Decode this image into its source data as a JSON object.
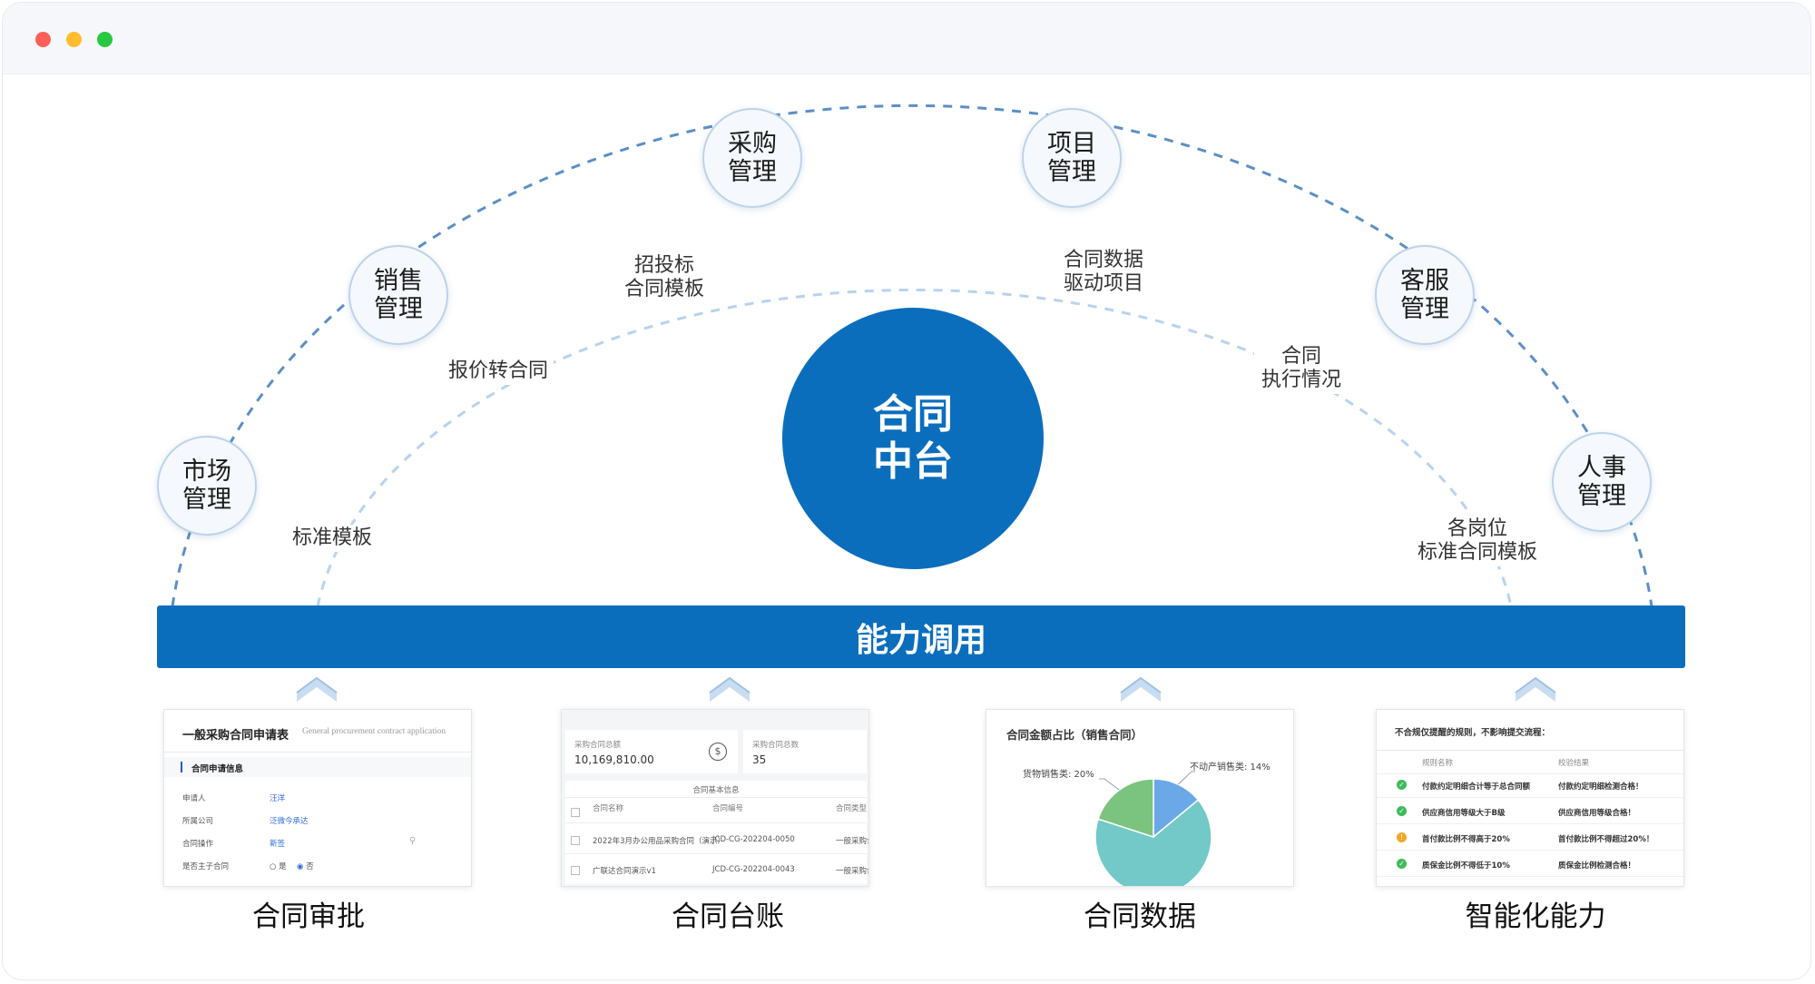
{
  "window": {
    "controls": [
      {
        "name": "close",
        "color": "#ff5f57"
      },
      {
        "name": "minimize",
        "color": "#febc2e"
      },
      {
        "name": "maximize",
        "color": "#28c840"
      }
    ]
  },
  "colors": {
    "accent": "#0b6ebd",
    "arc": "#5b8fc7",
    "arc_inner": "#b8d3ee"
  },
  "hub": {
    "label": "合同\n中台"
  },
  "nodes": {
    "market": "市场\n管理",
    "sales": "销售\n管理",
    "purchase": "采购\n管理",
    "project": "项目\n管理",
    "service": "客服\n管理",
    "hr": "人事\n管理"
  },
  "flows": {
    "standard_template": "标准模板",
    "quote_to_contract": "报价转合同",
    "bidding_template": "招投标\n合同模板",
    "contract_data_project": "合同数据\n驱动项目",
    "contract_execution": "合同\n执行情况",
    "position_template": "各岗位\n标准合同模板"
  },
  "bar": {
    "label": "能力调用"
  },
  "cards": {
    "approval": {
      "caption": "合同审批",
      "title": "一般采购合同申请表",
      "subtitle": "General procurement contract application",
      "section": "合同申请信息",
      "fields": [
        {
          "label": "申请人",
          "value": "汪洋"
        },
        {
          "label": "所属公司",
          "value": "泛微今承达"
        },
        {
          "label": "合同操作",
          "value": "新签"
        },
        {
          "label": "是否主子合同",
          "value": ""
        }
      ],
      "radio_yes": "是",
      "radio_no": "否"
    },
    "ledger": {
      "caption": "合同台账",
      "stat1_label": "采购合同总额",
      "stat1_value": "10,169,810.00",
      "stat2_label": "采购合同总数",
      "stat2_value": "35",
      "table_title": "合同基本信息",
      "headers": [
        "合同名称",
        "合同编号",
        "合同类型"
      ],
      "rows": [
        [
          "2022年3月办公用品采购合同（演示）",
          "JCD-CG-202204-0050",
          "一般采购合同"
        ],
        [
          "广联达合同演示v1",
          "JCD-CG-202204-0043",
          "一般采购合同"
        ]
      ]
    },
    "data": {
      "caption": "合同数据",
      "title": "合同金额占比（销售合同）",
      "chart_data": {
        "type": "pie",
        "title": "合同金额占比（销售合同）",
        "slices": [
          {
            "label": "货物销售类: 20%",
            "value": 20,
            "color": "#7bc47f"
          },
          {
            "label": "不动产销售类: 14%",
            "value": 14,
            "color": "#6aa8e8"
          },
          {
            "label": "",
            "value": 66,
            "color": "#72c9c8"
          }
        ]
      }
    },
    "smart": {
      "caption": "智能化能力",
      "title": "不合规仅提醒的规则，不影响提交流程：",
      "headers": [
        "规则名称",
        "校验结果"
      ],
      "rows": [
        {
          "status": "ok",
          "rule": "付款约定明细合计等于总合同额",
          "result": "付款约定明细检测合格！"
        },
        {
          "status": "ok",
          "rule": "供应商信用等级大于B级",
          "result": "供应商信用等级合格！"
        },
        {
          "status": "warn",
          "rule": "首付款比例不得高于20%",
          "result": "首付款比例不得超过20%！"
        },
        {
          "status": "ok",
          "rule": "质保金比例不得低于10%",
          "result": "质保金比例检测合格！"
        }
      ]
    }
  }
}
